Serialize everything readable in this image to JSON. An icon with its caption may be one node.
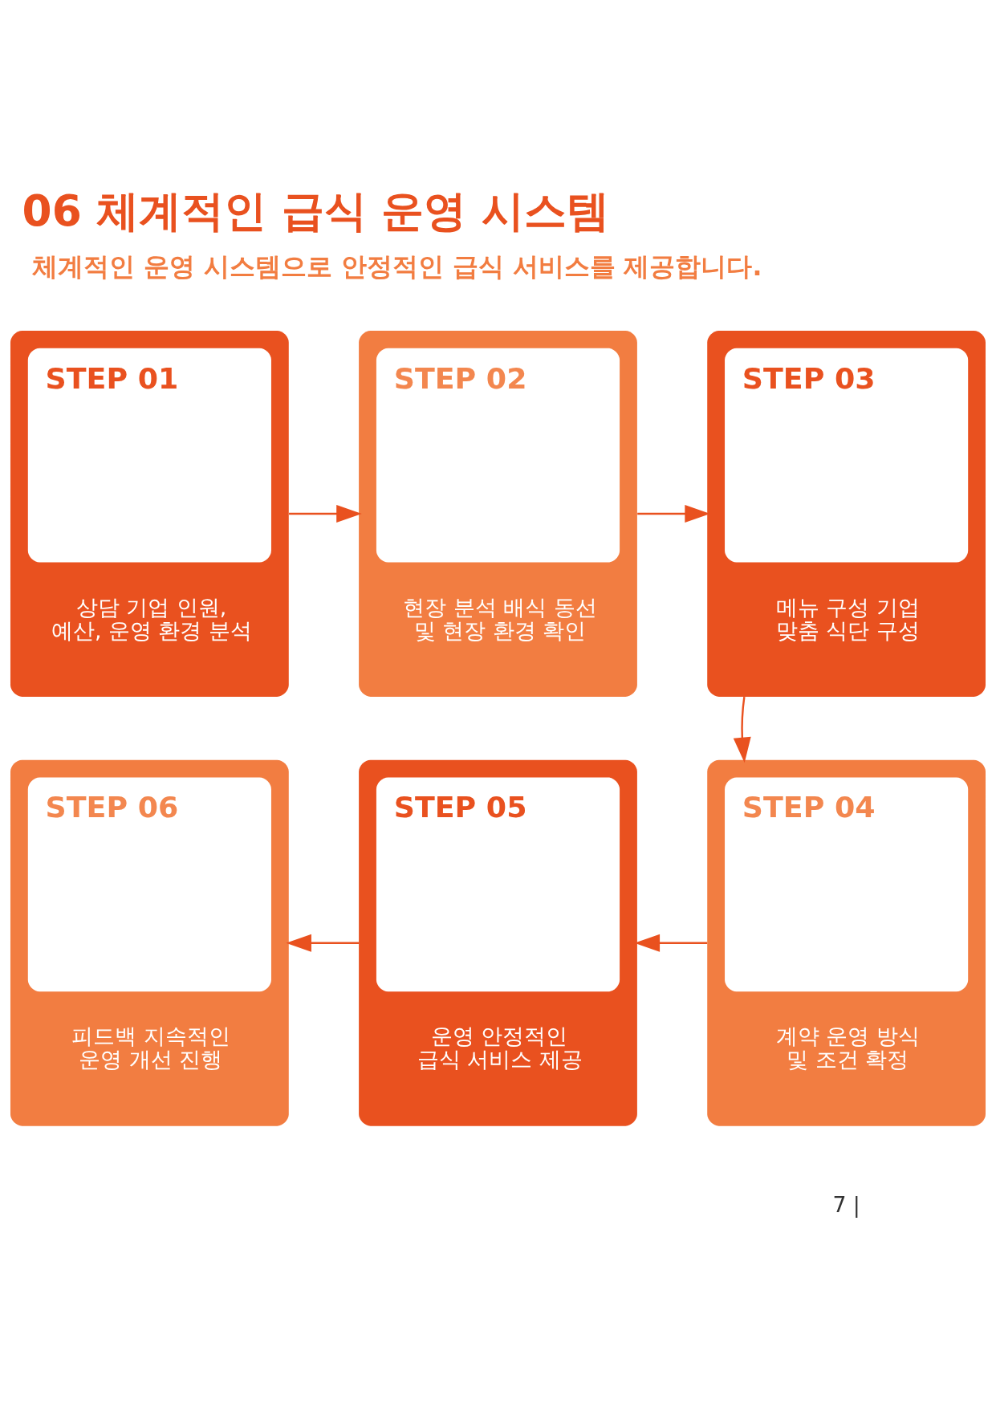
{
  "diagram": {
    "title": "06 체계적인 급식 운영 시스템",
    "caption": "체계적인 운영 시스템으로 안정적인 급식 서비스를 제공합니다.",
    "nodes": [
      {
        "text": [
          "STEP 01",
          "상담 기업 인원, 예산, 운영 환경 분석"
        ]
      },
      {
        "text": [
          "STEP 02",
          "현장 분석 배식 동선 및 현장 환경 확인"
        ]
      },
      {
        "text": [
          "STEP 03",
          "메뉴 구성 기업 맞춤 식단 구성"
        ]
      },
      {
        "text": [
          "STEP 04",
          "계약 운영 방식 및 조건 확정"
        ]
      },
      {
        "text": [
          "STEP 05",
          "운영 안정적인 급식 서비스 제공"
        ]
      },
      {
        "text": [
          "STEP 06",
          "피드백 지속적인 운영 개선 진행"
        ]
      }
    ],
    "edges": [
      {
        "from": 0,
        "to": 1,
        "arrow": "to"
      },
      {
        "from": 1,
        "to": 2,
        "arrow": "to"
      },
      {
        "from": 2,
        "to": 3,
        "arrow": "to"
      },
      {
        "from": 3,
        "to": 4,
        "arrow": "to"
      },
      {
        "from": 4,
        "to": 5,
        "arrow": "to"
      }
    ],
    "labels": [
      "7 |"
    ]
  }
}
